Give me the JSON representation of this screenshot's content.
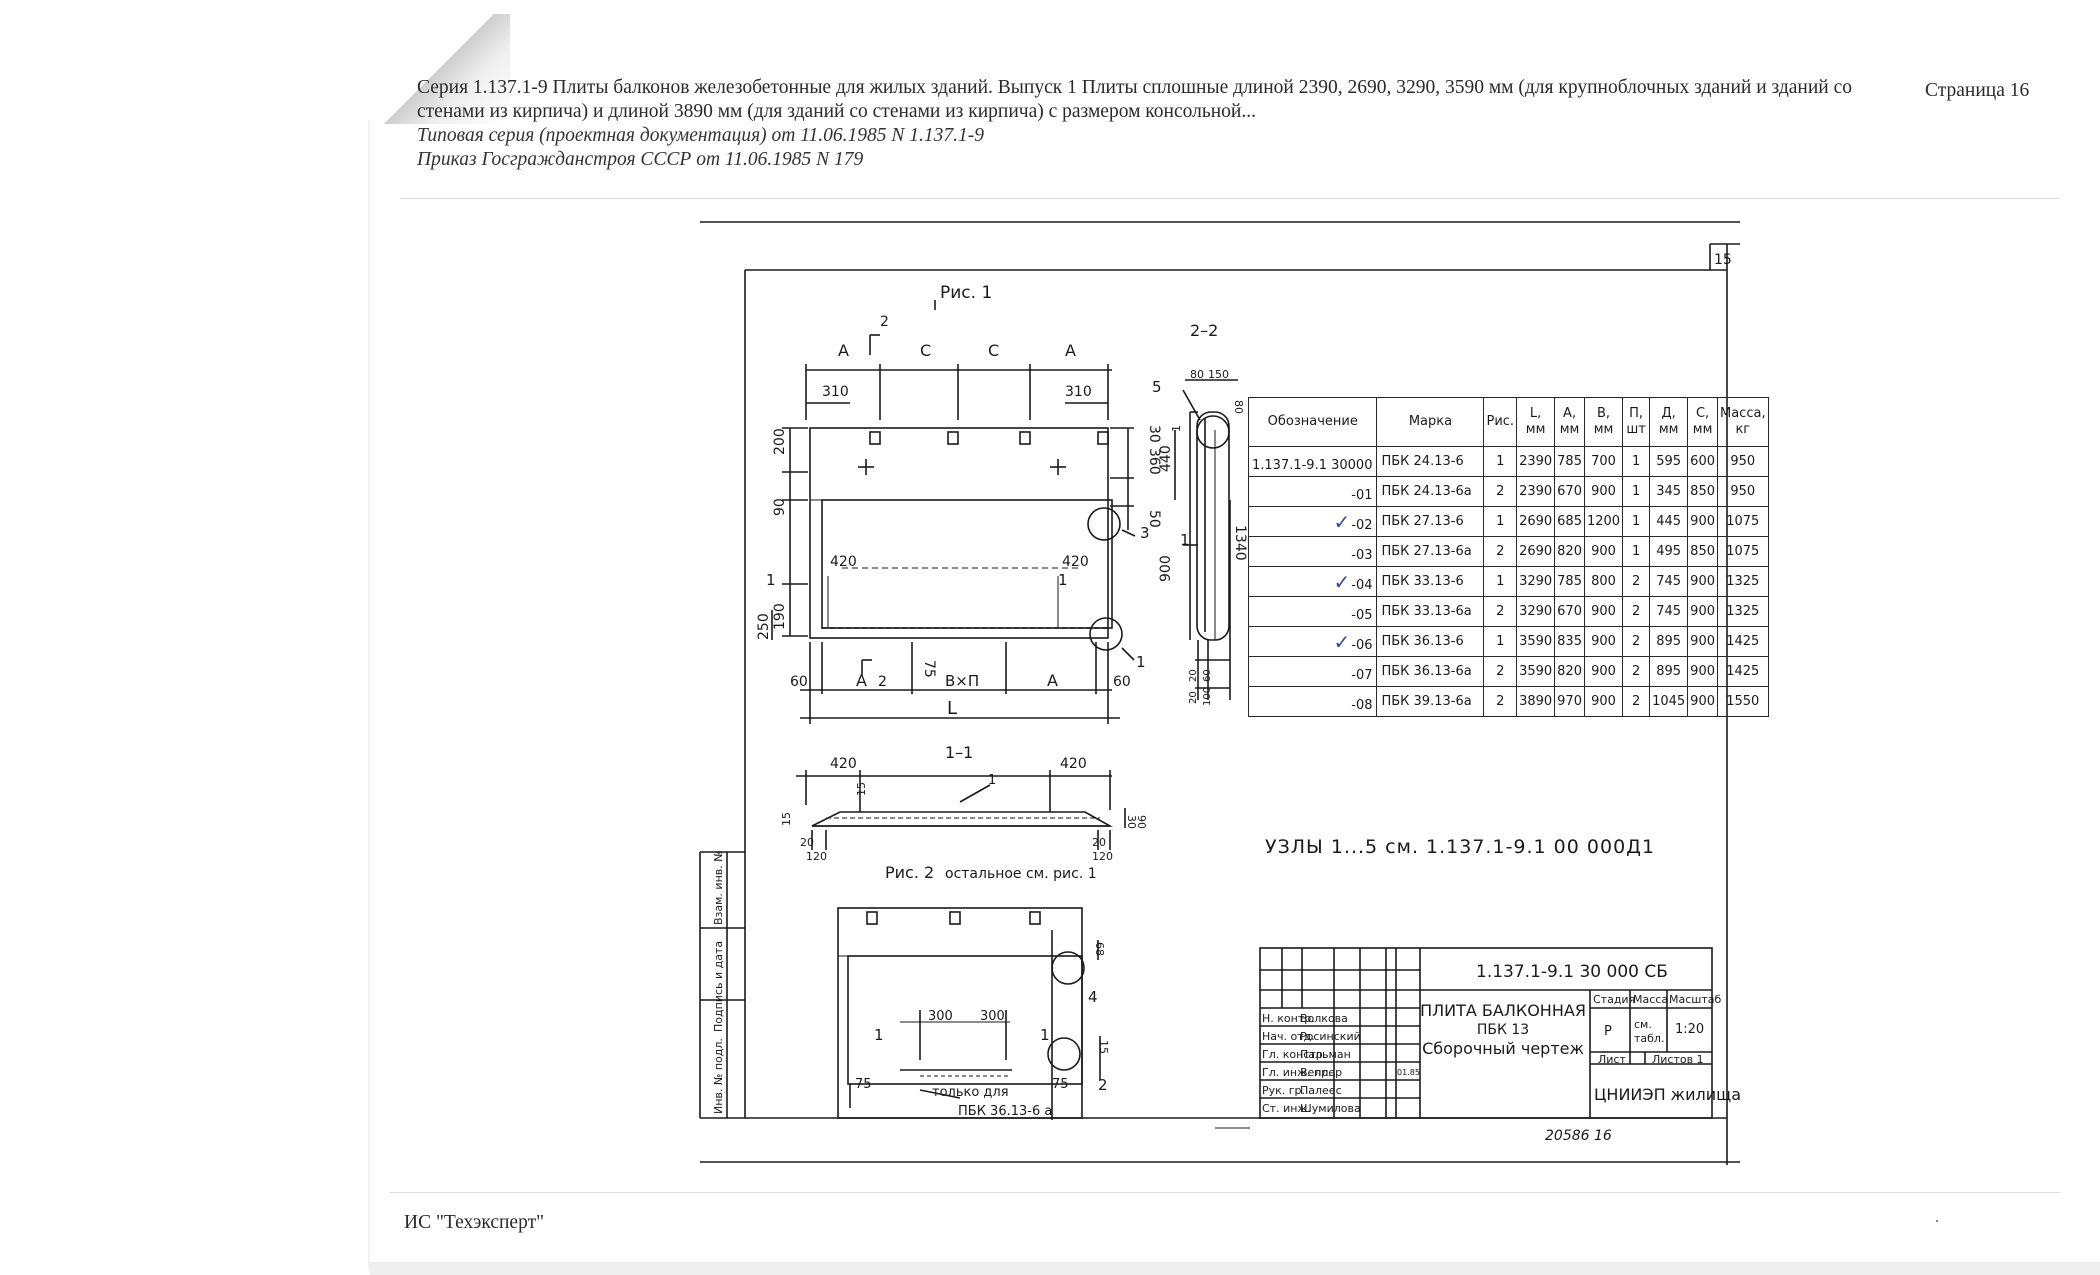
{
  "header": {
    "title": "Серия 1.137.1-9 Плиты балконов железобетонные для жилых зданий. Выпуск 1 Плиты сплошные длиной 2390, 2690, 3290, 3590 мм (для крупноблочных зданий и зданий со стенами из кирпича) и длиной 3890 мм (для зданий со стенами из кирпича) с размером консольной...",
    "doc_type": "Типовая серия (проектная документация) от 11.06.1985 N 1.137.1-9",
    "order": "Приказ Госгражданстроя СССР от 11.06.1985 N 179",
    "page": "Страница 16"
  },
  "footer": {
    "source": "ИС \"Техэксперт\""
  },
  "drawing": {
    "sheet_number": "15",
    "fig1_title": "Рис. 1",
    "fig2_title": "Рис. 2",
    "fig2_note": "остальное см. рис. 1",
    "section_22": "2–2",
    "section_11": "1–1",
    "only_for_1": "только для",
    "only_for_2": "ПБК 36.13-6 а",
    "uzly_note": "УЗЛЫ 1...5  см.  1.137.1-9.1  00 000Д1",
    "archive_no": "20586 16",
    "dims": {
      "A": "А",
      "C": "С",
      "L": "L",
      "Bn": "В×П",
      "d310": "310",
      "d200": "200",
      "d90": "90",
      "d420": "420",
      "d250": "250",
      "d190": "190",
      "d60": "60",
      "d75": "75",
      "d30": "30",
      "d360": "360",
      "d50": "50",
      "d80": "80",
      "d150": "150",
      "d440": "440",
      "d900": "900",
      "d1340": "1340",
      "d20": "20",
      "d100": "100",
      "d15": "15",
      "d120": "120",
      "d68": "68",
      "d300": "300",
      "n1": "1",
      "n2": "2",
      "n3": "3",
      "n4": "4",
      "n5": "5"
    },
    "stamp_side": [
      "Инв. № подл.",
      "Подпись и дата",
      "Взам. инв. №"
    ]
  },
  "table": {
    "headers": [
      "Обозначение",
      "Марка",
      "Рис.",
      "L, мм",
      "А, мм",
      "В, мм",
      "П, шт",
      "Д, мм",
      "С, мм",
      "Масса, кг"
    ],
    "rows": [
      {
        "check": "",
        "des": "1.137.1-9.1 30000",
        "mark": "ПБК 24.13-6",
        "fig": "1",
        "L": "2390",
        "A": "785",
        "B": "700",
        "P": "1",
        "D": "595",
        "C": "600",
        "mass": "950"
      },
      {
        "check": "",
        "des": "-01",
        "mark": "ПБК 24.13-6а",
        "fig": "2",
        "L": "2390",
        "A": "670",
        "B": "900",
        "P": "1",
        "D": "345",
        "C": "850",
        "mass": "950"
      },
      {
        "check": "✓",
        "des": "-02",
        "mark": "ПБК 27.13-6",
        "fig": "1",
        "L": "2690",
        "A": "685",
        "B": "1200",
        "P": "1",
        "D": "445",
        "C": "900",
        "mass": "1075"
      },
      {
        "check": "",
        "des": "-03",
        "mark": "ПБК 27.13-6а",
        "fig": "2",
        "L": "2690",
        "A": "820",
        "B": "900",
        "P": "1",
        "D": "495",
        "C": "850",
        "mass": "1075"
      },
      {
        "check": "✓",
        "des": "-04",
        "mark": "ПБК 33.13-6",
        "fig": "1",
        "L": "3290",
        "A": "785",
        "B": "800",
        "P": "2",
        "D": "745",
        "C": "900",
        "mass": "1325"
      },
      {
        "check": "",
        "des": "-05",
        "mark": "ПБК 33.13-6а",
        "fig": "2",
        "L": "3290",
        "A": "670",
        "B": "900",
        "P": "2",
        "D": "745",
        "C": "900",
        "mass": "1325"
      },
      {
        "check": "✓",
        "des": "-06",
        "mark": "ПБК 36.13-6",
        "fig": "1",
        "L": "3590",
        "A": "835",
        "B": "900",
        "P": "2",
        "D": "895",
        "C": "900",
        "mass": "1425"
      },
      {
        "check": "",
        "des": "-07",
        "mark": "ПБК 36.13-6а",
        "fig": "2",
        "L": "3590",
        "A": "820",
        "B": "900",
        "P": "2",
        "D": "895",
        "C": "900",
        "mass": "1425"
      },
      {
        "check": "",
        "des": "-08",
        "mark": "ПБК 39.13-6а",
        "fig": "2",
        "L": "3890",
        "A": "970",
        "B": "900",
        "P": "2",
        "D": "1045",
        "C": "900",
        "mass": "1550"
      }
    ]
  },
  "stamp": {
    "code": "1.137.1-9.1  30 000 СБ",
    "title_1": "ПЛИТА БАЛКОННАЯ",
    "title_2": "ПБК 13",
    "title_3": "Сборочный чертеж",
    "stage_h": "Стадия",
    "mass_h": "Масса",
    "scale_h": "Масштаб",
    "stage": "Р",
    "mass": "см. табл.",
    "scale": "1:20",
    "sheet": "Лист",
    "sheets": "Листов 1",
    "org": "ЦНИИЭП жилища",
    "roles": [
      "Н. контр.",
      "Нач. отд.",
      "Гл. констр.",
      "Гл. инж. пр.",
      "Рук. гр.",
      "Ст. инж."
    ],
    "names": [
      "Волкова",
      "Росинский",
      "Пальман",
      "Веллер",
      "Палеес",
      "Шумилова"
    ],
    "date": "01.85"
  }
}
